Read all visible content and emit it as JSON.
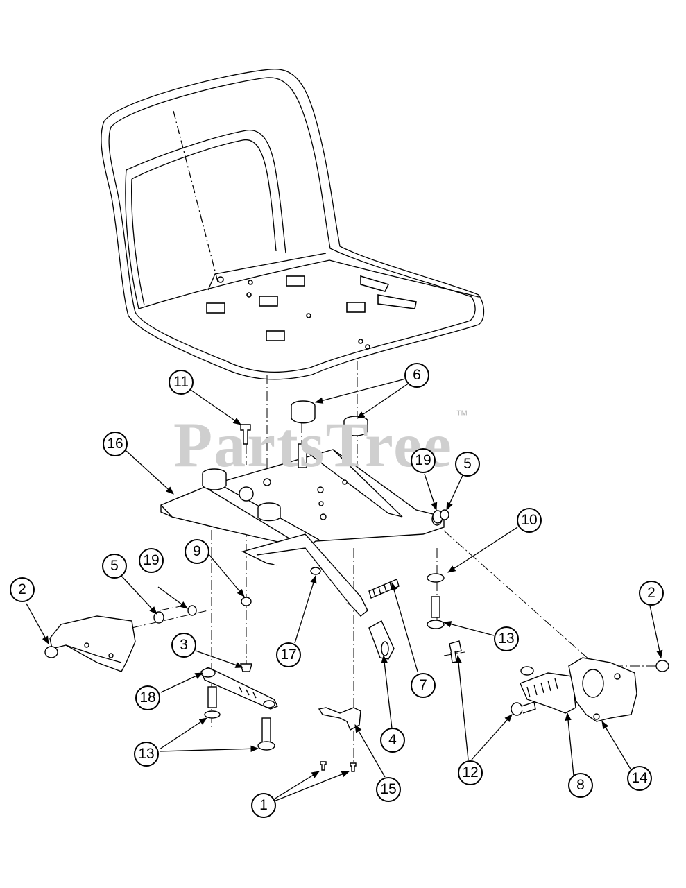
{
  "watermark": {
    "text": "PartsTree",
    "trademark": "™"
  },
  "callouts": [
    {
      "key": "c11",
      "label": "11"
    },
    {
      "key": "c6",
      "label": "6"
    },
    {
      "key": "c16",
      "label": "16"
    },
    {
      "key": "c19a",
      "label": "19"
    },
    {
      "key": "c5a",
      "label": "5"
    },
    {
      "key": "c10",
      "label": "10"
    },
    {
      "key": "c9",
      "label": "9"
    },
    {
      "key": "c5b",
      "label": "5"
    },
    {
      "key": "c19b",
      "label": "19"
    },
    {
      "key": "c2a",
      "label": "2"
    },
    {
      "key": "c2b",
      "label": "2"
    },
    {
      "key": "c13a",
      "label": "13"
    },
    {
      "key": "c3",
      "label": "3"
    },
    {
      "key": "c17",
      "label": "17"
    },
    {
      "key": "c7",
      "label": "7"
    },
    {
      "key": "c18",
      "label": "18"
    },
    {
      "key": "c4",
      "label": "4"
    },
    {
      "key": "c12",
      "label": "12"
    },
    {
      "key": "c13b",
      "label": "13"
    },
    {
      "key": "c8",
      "label": "8"
    },
    {
      "key": "c14",
      "label": "14"
    },
    {
      "key": "c1",
      "label": "1"
    },
    {
      "key": "c15",
      "label": "15"
    }
  ]
}
